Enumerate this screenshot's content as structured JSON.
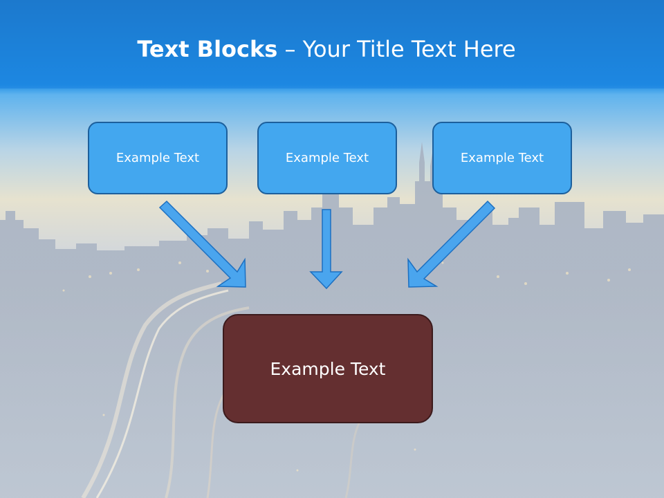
{
  "slide": {
    "title_bold": "Text Blocks",
    "title_dash": " – ",
    "title_rest": "Your Title Text Here"
  },
  "diagram": {
    "top_boxes": [
      {
        "label": "Example Text"
      },
      {
        "label": "Example Text"
      },
      {
        "label": "Example Text"
      }
    ],
    "bottom_box": {
      "label": "Example Text"
    }
  },
  "colors": {
    "header_blue": "#1a7ed6",
    "box_blue": "#43a7ef",
    "box_border": "#1c5f9c",
    "arrow_fill": "#4aa5ee",
    "bottom_box": "#642f30"
  }
}
